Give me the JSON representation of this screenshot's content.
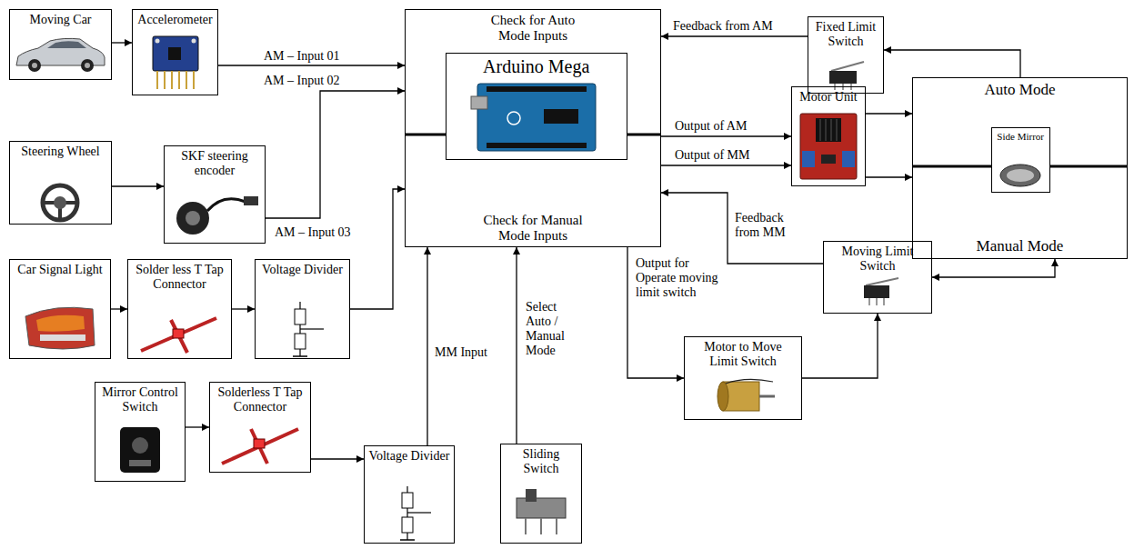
{
  "diagram": {
    "nodes": [
      {
        "text": [
          "Moving Car"
        ]
      },
      {
        "text": [
          "Accelerometer"
        ]
      },
      {
        "text": [
          "Check for Auto Mode Inputs",
          "Check for Manual Mode Inputs"
        ]
      },
      {
        "text": [
          "Arduino Mega"
        ],
        "in": 2
      },
      {
        "text": [
          "Fixed Limit Switch"
        ]
      },
      {
        "text": [
          "Motor Unit"
        ]
      },
      {
        "text": [
          "Auto Mode",
          "Manual Mode"
        ]
      },
      {
        "text": [
          "Side Mirror"
        ],
        "in": 6
      },
      {
        "text": [
          "Steering Wheel"
        ]
      },
      {
        "text": [
          "SKF steering encoder"
        ]
      },
      {
        "text": [
          "Moving Limit Switch"
        ]
      },
      {
        "text": [
          "Car Signal Light"
        ]
      },
      {
        "text": [
          "Solder less T Tap Connector"
        ]
      },
      {
        "text": [
          "Voltage Divider"
        ]
      },
      {
        "text": [
          "Motor to Move Limit Switch"
        ]
      },
      {
        "text": [
          "Mirror Control Switch"
        ]
      },
      {
        "text": [
          "Solderless T Tap Connector"
        ]
      },
      {
        "text": [
          "Voltage Divider"
        ]
      },
      {
        "text": [
          "Sliding Switch"
        ]
      }
    ],
    "edges": [
      {
        "from": 0,
        "to": 1,
        "arrow": "to"
      },
      {
        "from": 1,
        "to": 2,
        "arrow": "to",
        "label": "AM – Input 01"
      },
      {
        "from": 8,
        "to": 9,
        "arrow": "to"
      },
      {
        "from": 9,
        "to": 2,
        "arrow": "to",
        "label": "AM – Input 02"
      },
      {
        "from": 11,
        "to": 12,
        "arrow": "to"
      },
      {
        "from": 12,
        "to": 13,
        "arrow": "to"
      },
      {
        "from": 13,
        "to": 2,
        "arrow": "to",
        "label": "AM – Input 03"
      },
      {
        "from": 15,
        "to": 16,
        "arrow": "to"
      },
      {
        "from": 16,
        "to": 17,
        "arrow": "to"
      },
      {
        "from": 17,
        "to": 2,
        "arrow": "to",
        "label": "MM Input"
      },
      {
        "from": 18,
        "to": 2,
        "arrow": "to",
        "label": "Select Auto / Manual Mode"
      },
      {
        "from": 2,
        "to": 5,
        "arrow": "to",
        "label": "Output of AM"
      },
      {
        "from": 2,
        "to": 5,
        "arrow": "to",
        "label": "Output of MM"
      },
      {
        "from": 5,
        "to": 6,
        "arrow": "to"
      },
      {
        "from": 5,
        "to": 6,
        "arrow": "to"
      },
      {
        "from": 6,
        "to": 4,
        "arrow": "to"
      },
      {
        "from": 4,
        "to": 2,
        "arrow": "to",
        "label": "Feedback from AM"
      },
      {
        "from": 10,
        "to": 2,
        "arrow": "to",
        "label": "Feedback from MM"
      },
      {
        "from": 10,
        "to": 6,
        "arrow": "both"
      },
      {
        "from": 2,
        "to": 14,
        "arrow": "to",
        "label": "Output for Operate moving limit switch"
      },
      {
        "from": 14,
        "to": 10,
        "arrow": "to"
      }
    ]
  }
}
